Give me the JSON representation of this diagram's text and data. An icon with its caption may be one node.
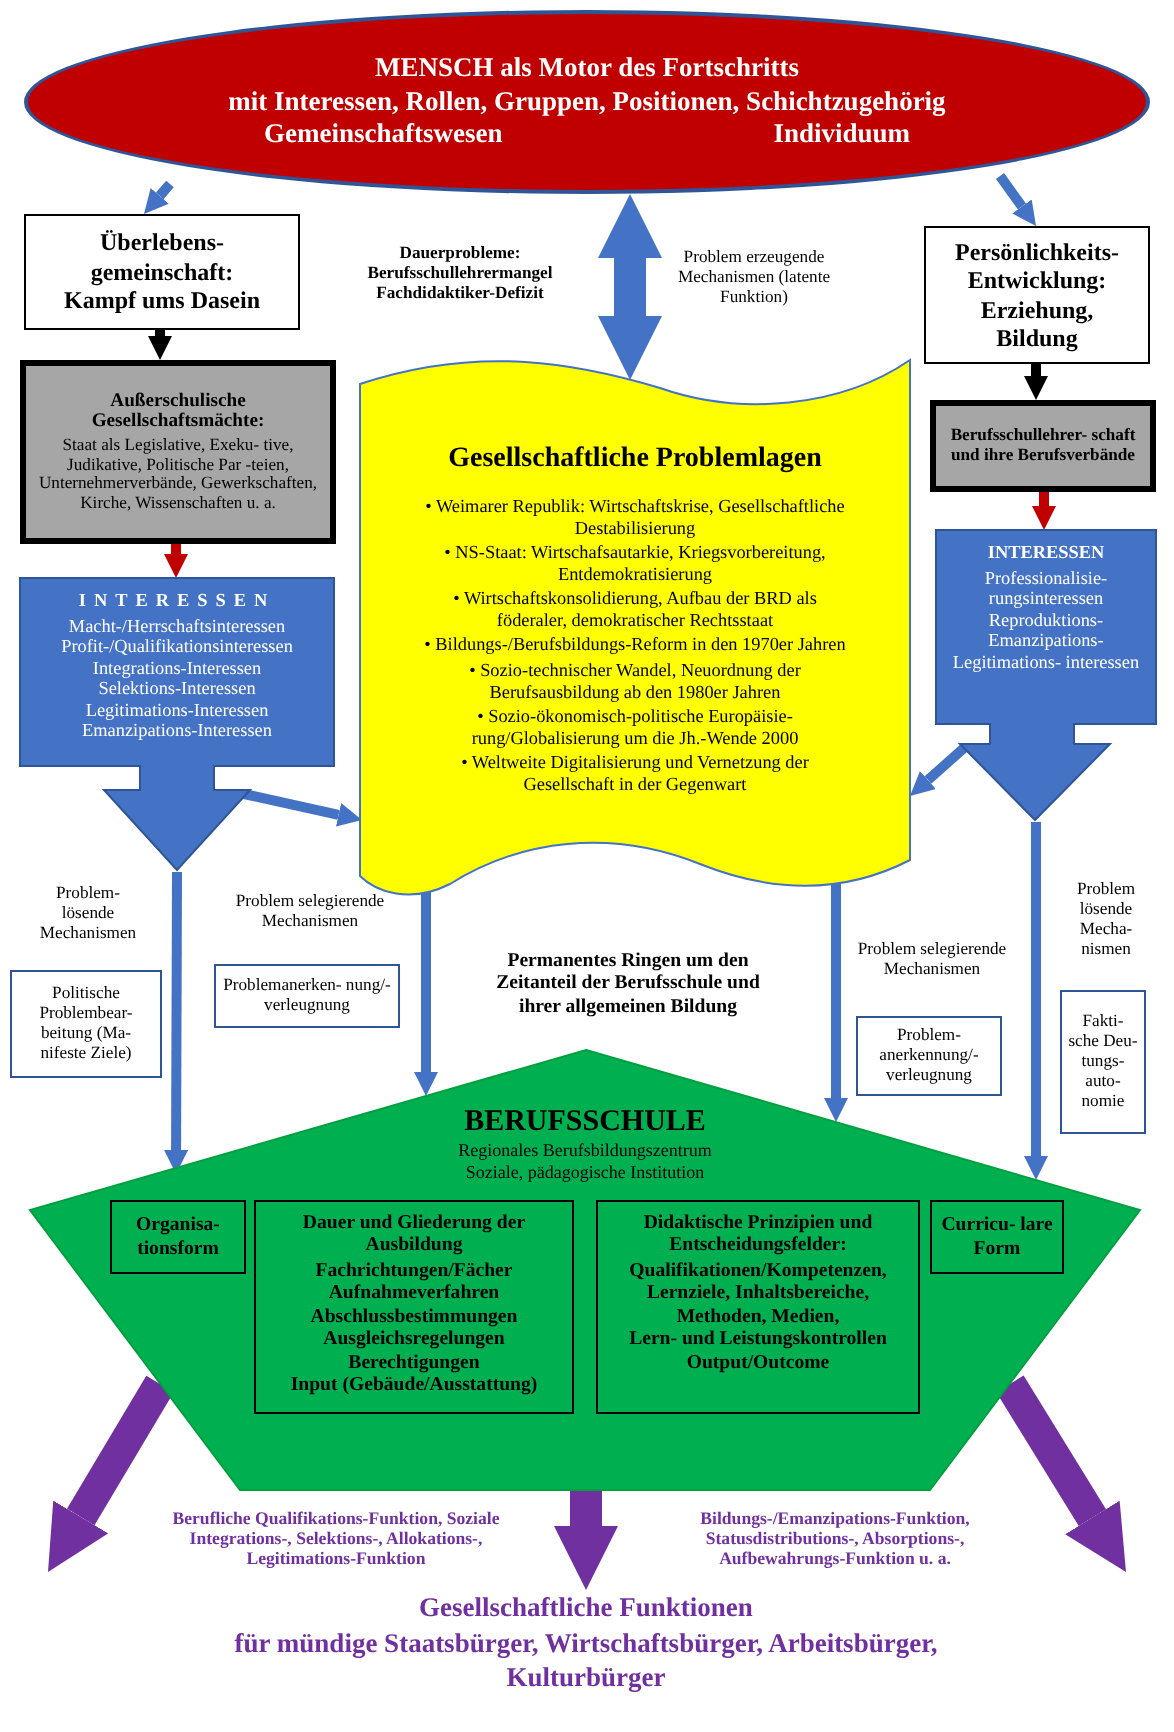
{
  "diagram": {
    "nodes": [
      {
        "text": [
          "MENSCH als Motor des Fortschritts",
          "mit Interessen, Rollen, Gruppen, Positionen, Schichtzugehörig",
          "Gemeinschaftswesen",
          "Individuum"
        ]
      },
      {
        "text": [
          "Überlebens- gemeinschaft: Kampf ums Dasein"
        ]
      },
      {
        "text": [
          "Persönlichkeits- Entwicklung: Erziehung, Bildung"
        ]
      },
      {
        "text": [
          "Außerschulische Gesellschaftsmächte:",
          "Staat als Legislative, Exeku- tive, Judikative, Politische Par -teien, Unternehmerverbände, Gewerkschaften, Kirche, Wissenschaften u. a."
        ]
      },
      {
        "text": [
          "INTERESSEN",
          "Macht-/Herrschaftsinteressen",
          "Profit-/Qualifikationsinteressen",
          "Integrations-Interessen",
          "Selektions-Interessen",
          "Legitimations-Interessen",
          "Emanzipations-Interessen"
        ]
      },
      {
        "text": [
          "Berufsschullehrer- schaft und ihre Berufsverbände"
        ]
      },
      {
        "text": [
          "INTERESSEN",
          "Professionalisie- rungsinteressen Reproduktions- Emanzipations- Legitimations- interessen"
        ]
      },
      {
        "text": [
          "Gesellschaftliche Problemlagen",
          "• Weimarer Republik: Wirtschaftskrise, Gesellschaftliche Destabilisierung",
          "• NS-Staat: Wirtschafsautarkie, Kriegsvorbereitung, Entdemokratisierung",
          "• Wirtschaftskonsolidierung, Aufbau der BRD als föderaler, demokratischer Rechtsstaat",
          "• Bildungs-/Berufsbildungs-Reform in den 1970er Jahren",
          "• Sozio-technischer Wandel, Neuordnung der Berufsausbildung ab den 1980er Jahren",
          "• Sozio-ökonomisch-politische Europäisie- rung/Globalisierung um die Jh.-Wende 2000",
          "• Weltweite Digitalisierung und Vernetzung der Gesellschaft in der Gegenwart"
        ]
      },
      {
        "text": [
          "Politische Problembear- beitung (Ma- nifeste Ziele)"
        ]
      },
      {
        "text": [
          "Problemanerken- nung/-verleugnung"
        ]
      },
      {
        "text": [
          "Problem- anerkennung/- verleugnung"
        ]
      },
      {
        "text": [
          "Fakti- sche Deu- tungs- auto- nomie"
        ]
      },
      {
        "text": [
          "BERUFSSCHULE",
          "Regionales Berufsbildungszentrum",
          "Soziale, pädagogische Institution"
        ]
      },
      {
        "text": [
          "Organisa- tionsform"
        ],
        "in": 12
      },
      {
        "text": [
          "Dauer und Gliederung der Ausbildung",
          "Fachrichtungen/Fächer",
          "Aufnahmeverfahren",
          "Abschlussbestimmungen",
          "Ausgleichsregelungen",
          "Berechtigungen",
          "Input (Gebäude/Ausstattung)"
        ],
        "in": 12
      },
      {
        "text": [
          "Didaktische Prinzipien und Entscheidungsfelder:",
          "Qualifikationen/Kompetenzen,",
          "Lernziele, Inhaltsbereiche,",
          "Methoden, Medien,",
          "Lern- und Leistungskontrollen",
          "Output/Outcome"
        ],
        "in": 12
      },
      {
        "text": [
          "Curricu- lare Form"
        ],
        "in": 12
      },
      {
        "text": [
          "Gesellschaftliche Funktionen",
          "für mündige Staatsbürger, Wirtschaftsbürger, Arbeitsbürger, Kulturbürger"
        ]
      }
    ],
    "edges": [
      {
        "from": 0,
        "to": 1,
        "arrow": "to"
      },
      {
        "from": 0,
        "to": 2,
        "arrow": "to"
      },
      {
        "from": 0,
        "to": 7,
        "arrow": "both",
        "style": "thick"
      },
      {
        "from": 1,
        "to": 3,
        "arrow": "to",
        "color": "#000000"
      },
      {
        "from": 3,
        "to": 4,
        "arrow": "to",
        "color": "#c00000"
      },
      {
        "from": 2,
        "to": 5,
        "arrow": "to",
        "color": "#000000"
      },
      {
        "from": 5,
        "to": 6,
        "arrow": "to",
        "color": "#c00000"
      },
      {
        "from": 4,
        "to": 7,
        "arrow": "to"
      },
      {
        "from": 6,
        "to": 7,
        "arrow": "to"
      },
      {
        "from": 4,
        "to": 12,
        "arrow": "to"
      },
      {
        "from": 7,
        "to": 12,
        "arrow": "to"
      },
      {
        "from": 7,
        "to": 12,
        "arrow": "to"
      },
      {
        "from": 6,
        "to": 12,
        "arrow": "to"
      },
      {
        "from": 12,
        "to": null,
        "arrow": "to",
        "style": "thick",
        "color": "#7030a0"
      },
      {
        "from": 12,
        "to": 17,
        "arrow": "to",
        "style": "thick",
        "color": "#7030a0"
      },
      {
        "from": 12,
        "to": null,
        "arrow": "to",
        "style": "thick",
        "color": "#7030a0"
      }
    ],
    "labels": [
      "Dauerprobleme: Berufsschullehrermangel Fachdidaktiker-Defizit",
      "Problem erzeugende Mechanismen (latente Funktion)",
      "Problem- lösende Mechanismen",
      "Problem selegierende Mechanismen",
      "Permanentes Ringen um den Zeitanteil der Berufsschule und ihrer allgemeinen Bildung",
      "Problem selegierende Mechanismen",
      "Problem lösende Mecha- nismen",
      "Berufliche Qualifikations-Funktion, Soziale Integrations-, Selektions-, Allokations-, Legitimations-Funktion",
      "Bildungs-/Emanzipations-Funktion, Statusdistributions-, Absorptions-, Aufbewahrungs-Funktion u. a."
    ]
  }
}
